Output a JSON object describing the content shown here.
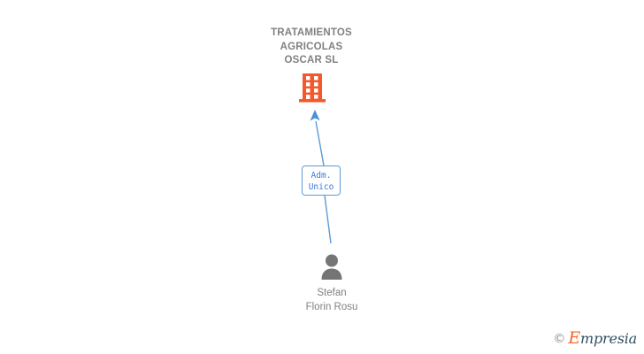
{
  "diagram": {
    "type": "org-chart",
    "background_color": "#ffffff",
    "company": {
      "name_lines": [
        "TRATAMIENTOS",
        "AGRICOLAS",
        "OSCAR SL"
      ],
      "icon": "building-icon",
      "icon_color": "#f4592c",
      "text_color": "#808080"
    },
    "relation": {
      "label_lines": [
        "Adm.",
        "Unico"
      ],
      "border_color": "#5b9bd5",
      "text_color": "#3a7bd5",
      "connector_color": "#5b9bd5"
    },
    "person": {
      "name_lines": [
        "Stefan",
        "Florin Rosu"
      ],
      "icon": "person-icon",
      "icon_color": "#757575",
      "text_color": "#808080"
    }
  },
  "watermark": {
    "copyright_symbol": "©",
    "brand_initial": "E",
    "brand_rest": "mpresia",
    "initial_color": "#f2682a",
    "rest_color": "#2f4f63"
  }
}
